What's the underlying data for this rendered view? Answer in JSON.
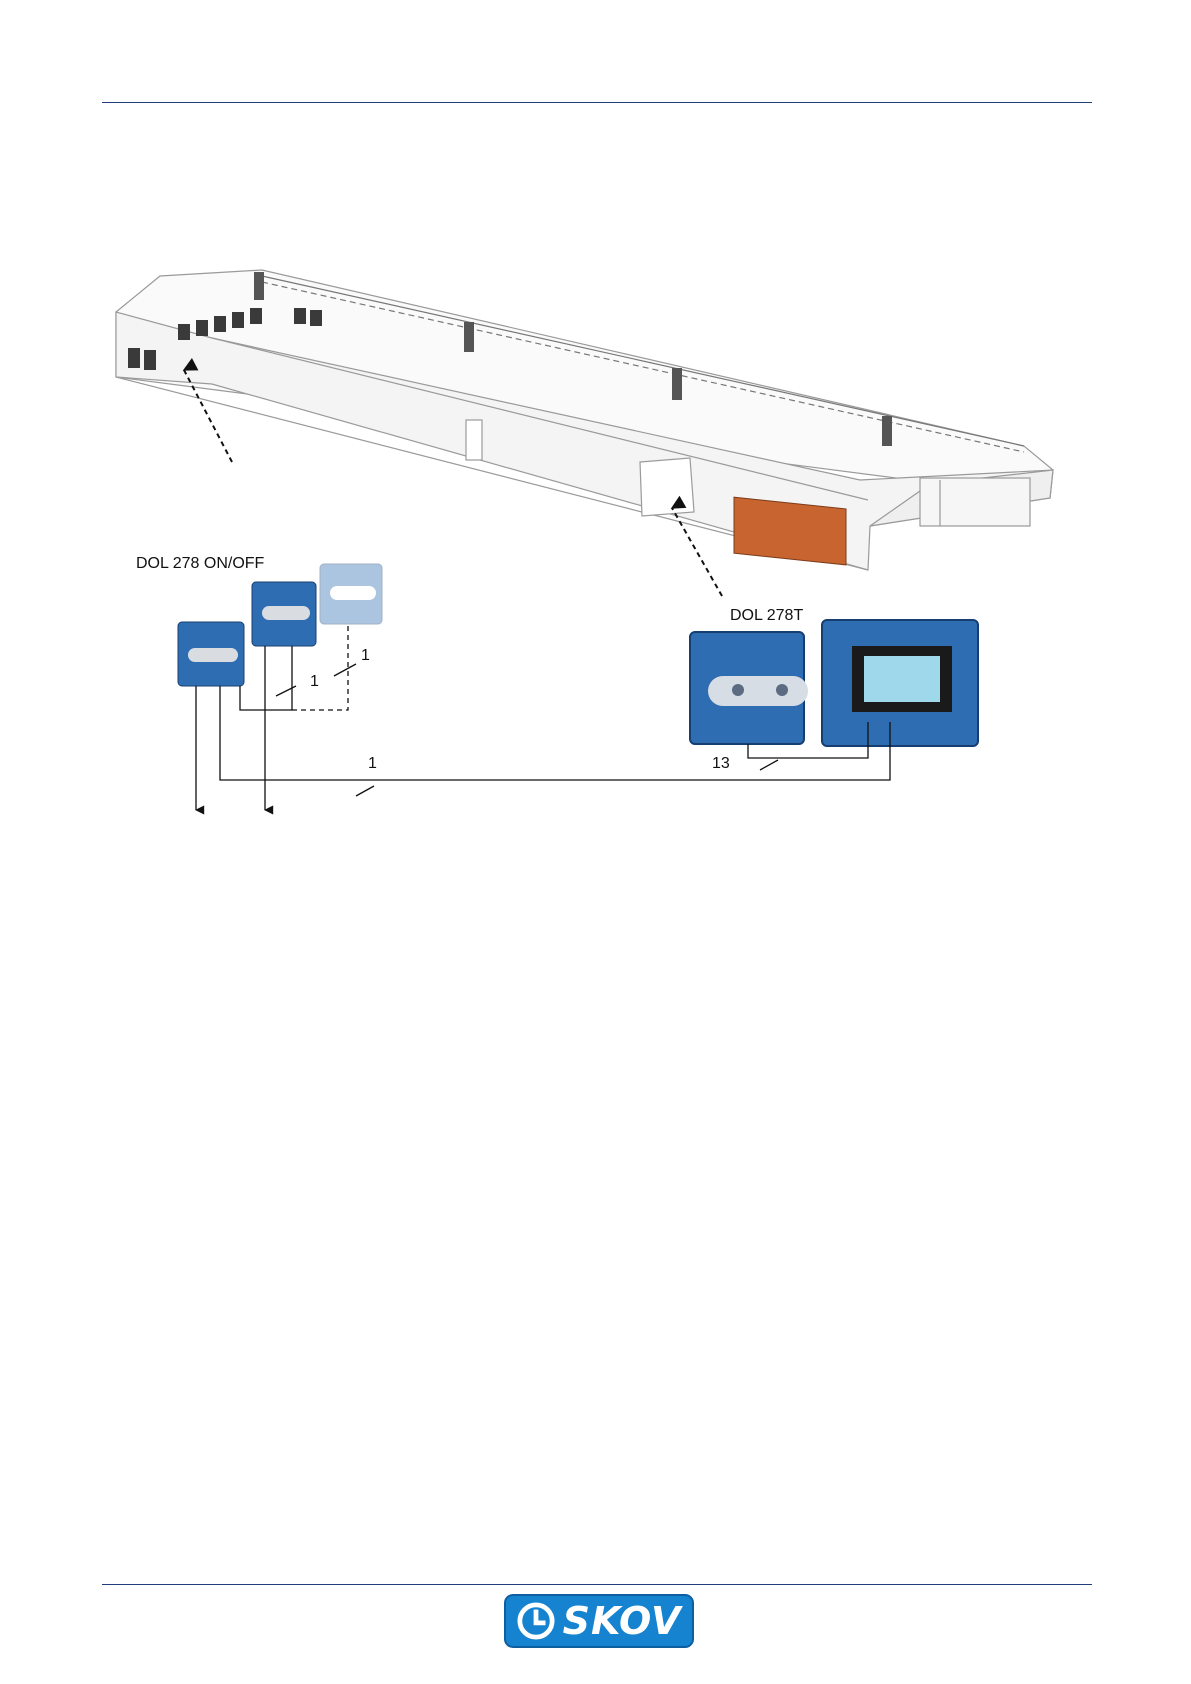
{
  "labels": {
    "on_off_group": "DOL 278 ON/OFF",
    "main_controller": "DOL 278T",
    "cable_a": "1",
    "cable_b": "1",
    "cable_c": "1",
    "cable_d": "13"
  },
  "logo": {
    "text": "SKOV",
    "color": "#1583cf"
  },
  "colors": {
    "rule": "#1f3d7a",
    "device_blue": "#2f6db3",
    "cooling_pad": "#c8642f"
  }
}
